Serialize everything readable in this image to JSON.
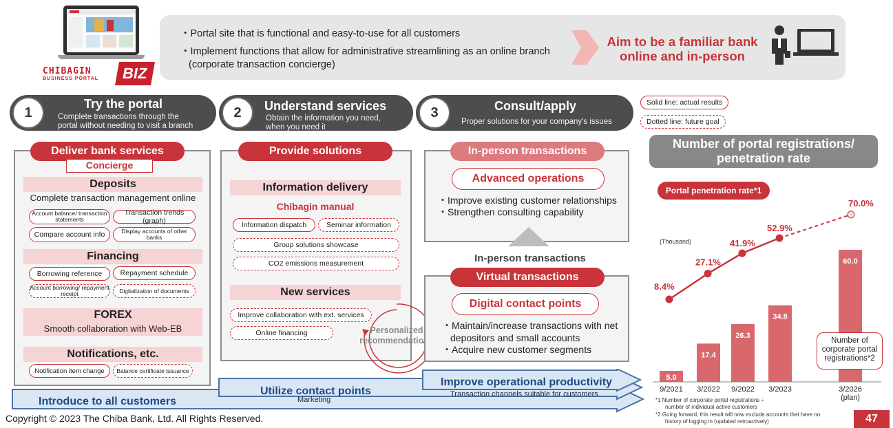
{
  "banner": {
    "bullets": [
      "・Portal site that is functional and easy-to-use for all customers",
      "・Implement functions that allow for administrative streamlining as an online branch",
      "(corporate transaction concierge)"
    ],
    "aim_line1": "Aim to be a familiar bank",
    "aim_line2": "online and in-person"
  },
  "logo": {
    "name": "CHIBAGIN",
    "sub": "BUSINESS PORTAL",
    "biz": "BIZ"
  },
  "steps": [
    {
      "num": "1",
      "title": "Try the portal",
      "desc1": "Complete transactions through the",
      "desc2": "portal without needing to visit a branch"
    },
    {
      "num": "2",
      "title": "Understand services",
      "desc1": "Obtain the information you need,",
      "desc2": "when you need it"
    },
    {
      "num": "3",
      "title": "Consult/apply",
      "desc1": "Proper solutions for your company's issues",
      "desc2": ""
    }
  ],
  "legend_notes": {
    "solid": "Solid line: actual results",
    "dotted": "Dotted line: future goal"
  },
  "panel1": {
    "header": "Deliver bank services",
    "concierge": "Concierge",
    "deposits": "Deposits",
    "deposits_sub": "Complete transaction management online",
    "dep_chips": [
      "Account balance/ transaction statements",
      "Transaction trends (graph)",
      "Compare account info",
      "Display accounts of other banks"
    ],
    "financing": "Financing",
    "fin_chips": [
      "Borrowing reference",
      "Repayment schedule",
      "Account borrowing/ repayment receipt",
      "Digitalization of documents"
    ],
    "forex": "FOREX",
    "forex_sub": "Smooth collaboration with Web-EB",
    "notifications": "Notifications, etc.",
    "notif_chips": [
      "Notification item change",
      "Balance certificate issuance"
    ]
  },
  "panel2": {
    "header": "Provide solutions",
    "info": "Information delivery",
    "manual": "Chibagin manual",
    "chips": [
      "Information dispatch",
      "Seminar information",
      "Group solutions showcase",
      "CO2 emissions measurement"
    ],
    "new_services": "New services",
    "ns_chips": [
      "Improve collaboration with ext. services",
      "Online financing"
    ],
    "personalized": "Personalized recommendations"
  },
  "panel3": {
    "header": "In-person transactions",
    "advanced": "Advanced operations",
    "bullets": [
      "・Improve existing customer relationships",
      "・Strengthen consulting capability"
    ],
    "inperson_label": "In-person transactions",
    "virtual_header": "Virtual transactions",
    "digital": "Digital contact points",
    "v_bullets": [
      "・Maintain/increase transactions with net",
      "depositors and small accounts",
      "・Acquire new customer segments"
    ]
  },
  "bottom": {
    "introduce": "Introduce to all customers",
    "utilize": "Utilize contact points",
    "utilize_sub": "Marketing",
    "improve": "Improve operational productivity",
    "improve_sub": "Transaction channels suitable for customers"
  },
  "chart_data": {
    "type": "bar",
    "title": "Number of portal registrations/ penetration rate",
    "categories": [
      "9/2021",
      "3/2022",
      "9/2022",
      "3/2023",
      "3/2026 (plan)"
    ],
    "series": [
      {
        "name": "Number of corporate portal registrations*2",
        "values": [
          5.0,
          17.4,
          26.3,
          34.8,
          60.0
        ],
        "unit": "(Thousand)"
      },
      {
        "name": "Portal penetration rate*1",
        "values": [
          8.4,
          27.1,
          41.9,
          52.9,
          70.0
        ],
        "labels": [
          "8.4%",
          "27.1%",
          "41.9%",
          "52.9%",
          "70.0%"
        ]
      }
    ],
    "bar_labels": [
      "5.0",
      "17.4",
      "26.3",
      "34.8",
      "60.0"
    ],
    "line_color": "#c9343b",
    "bar_color": "#d9686d",
    "legend_box": "Number of corporate portal registrations*2",
    "rate_badge": "Portal penetration rate*1",
    "unit_label": "(Thousand)",
    "footnotes": [
      "*1 Number of corporate portal registrations ÷",
      "number of individual active customers",
      "*2 Going forward, this result will now exclude accounts that have no",
      "history of logging in (updated retroactively)"
    ]
  },
  "footer": {
    "copyright": "Copyright © 2023 The Chiba Bank, Ltd. All Rights Reserved.",
    "page": "47"
  },
  "colors": {
    "accent": "#c9343b",
    "blue": "#4b72a8",
    "gray": "#4d4d4d"
  }
}
